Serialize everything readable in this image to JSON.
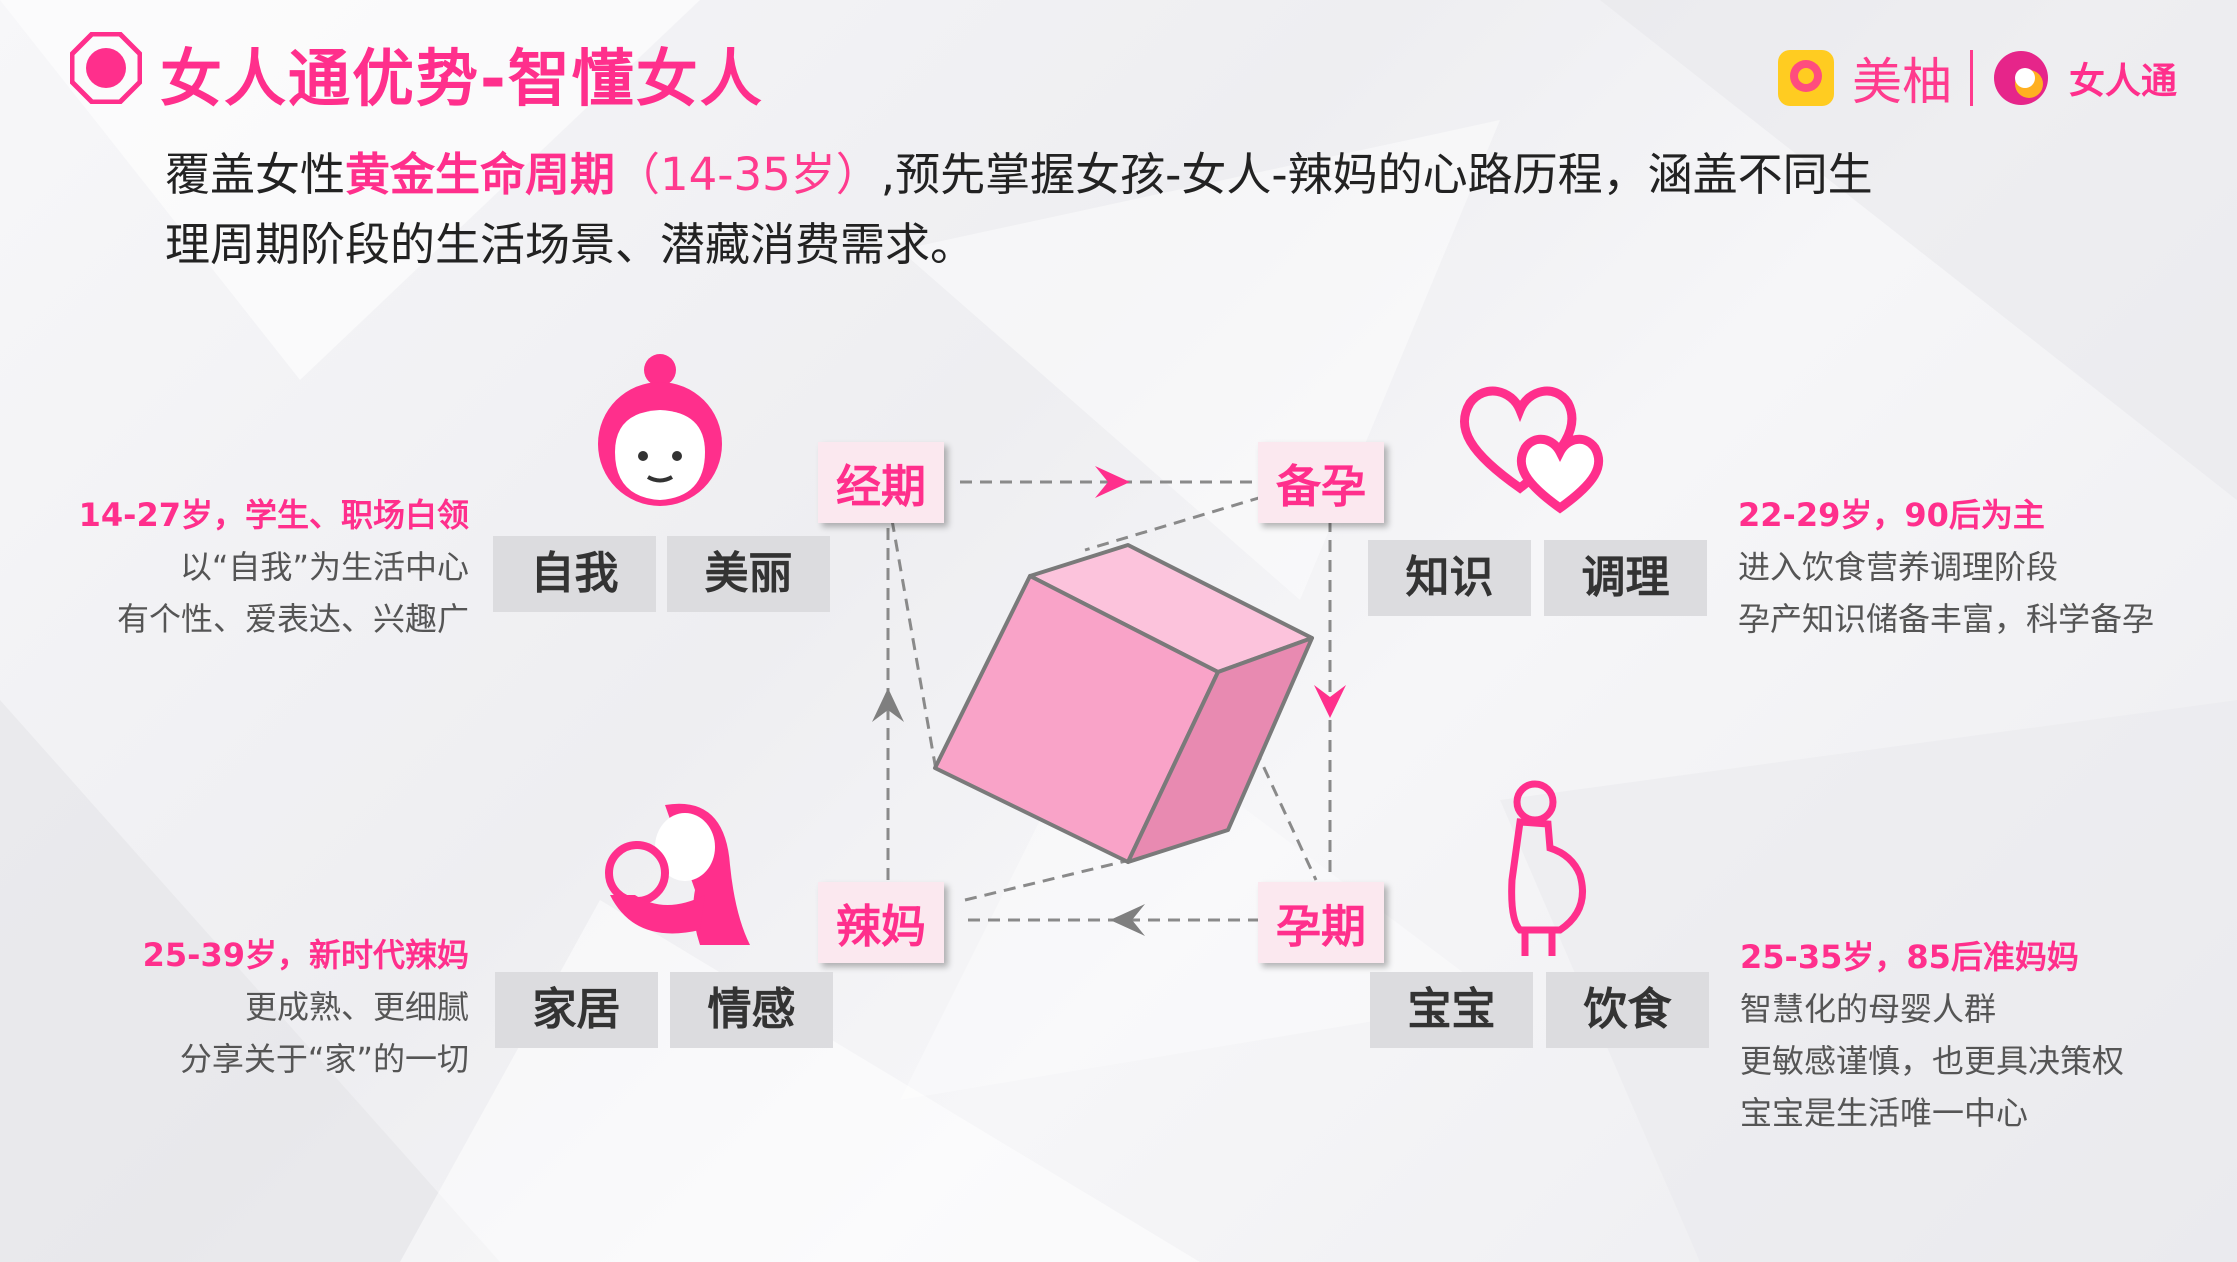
{
  "header": {
    "title": "女人通优势-智懂女人",
    "brand_1": "美柚",
    "brand_2": "女人通"
  },
  "intro": {
    "part1": "覆盖女性",
    "highlight": "黄金生命周期",
    "age": "（14-35岁）",
    "part2": ",预先掌握女孩-女人-辣妈的心路历程，涵盖不同生",
    "line2": "理周期阶段的生活场景、潜藏消费需求。"
  },
  "cycle": {
    "stage_1": "经期",
    "stage_2": "备孕",
    "stage_3": "孕期",
    "stage_4": "辣妈"
  },
  "segments": {
    "top_left": {
      "head": "14-27岁，学生、职场白领",
      "lines": [
        "以“自我”为生活中心",
        "有个性、爱表达、兴趣广"
      ],
      "tags": [
        "自我",
        "美丽"
      ]
    },
    "top_right": {
      "head": "22-29岁，90后为主",
      "lines": [
        "进入饮食营养调理阶段",
        "孕产知识储备丰富，科学备孕"
      ],
      "tags": [
        "知识",
        "调理"
      ]
    },
    "bottom_left": {
      "head": "25-39岁，新时代辣妈",
      "lines": [
        "更成熟、更细腻",
        "分享关于“家”的一切"
      ],
      "tags": [
        "家居",
        "情感"
      ]
    },
    "bottom_right": {
      "head": "25-35岁，85后准妈妈",
      "lines": [
        "智慧化的母婴人群",
        "更敏感谨慎，也更具决策权",
        "宝宝是生活唯一中心"
      ],
      "tags": [
        "宝宝",
        "饮食"
      ]
    }
  },
  "colors": {
    "accent": "#ff2f8c",
    "label_bg": "#fbe8ef",
    "tag_bg": "#dcdcdf",
    "cube_front": "#f9a3c8",
    "cube_top": "#fcc3dc",
    "cube_side": "#e88ab1"
  },
  "icons": [
    "target-icon",
    "girl-face-icon",
    "hearts-icon",
    "mother-baby-icon",
    "pregnant-woman-icon",
    "cube-icon",
    "arrow-icon"
  ]
}
